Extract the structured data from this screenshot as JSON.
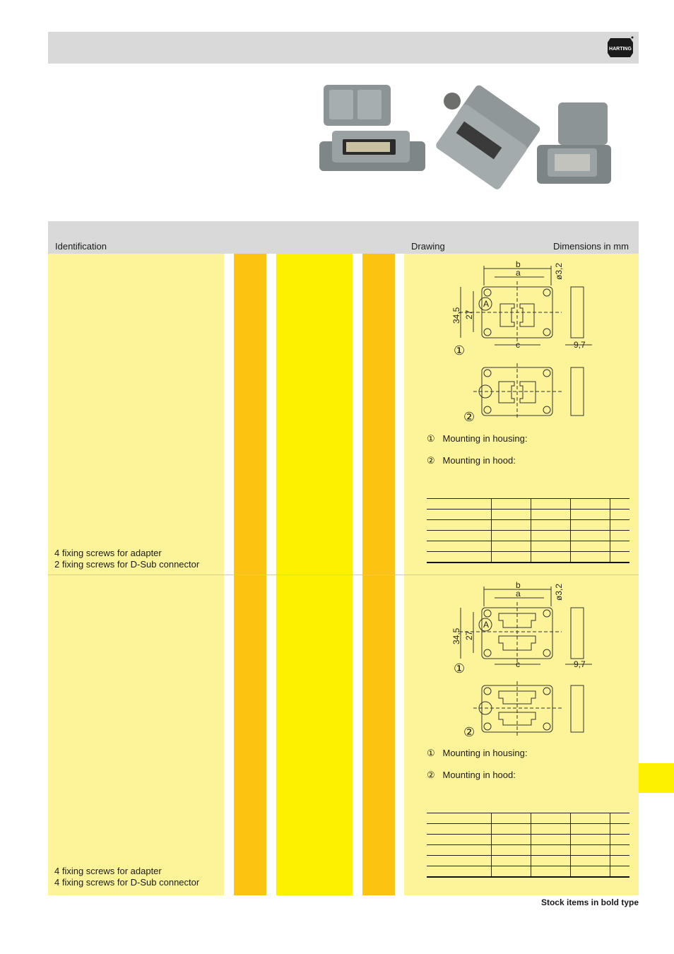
{
  "brand": {
    "logo_text": "HARTING"
  },
  "table_header": {
    "identification": "Identification",
    "drawing": "Drawing",
    "dimensions": "Dimensions in mm"
  },
  "rows": [
    {
      "accessories": [
        "4 fixing screws for adapter",
        "2 fixing screws for D-Sub connector"
      ],
      "mounting_housing": "Mounting in housing:",
      "mounting_hood": "Mounting in hood:",
      "dim_labels": {
        "b": "b",
        "a": "a",
        "c": "c",
        "d1": "34,5",
        "d2": "27",
        "d3": "ø3,2",
        "d4": "9,7",
        "ref": "A"
      }
    },
    {
      "accessories": [
        "4 fixing screws for adapter",
        "4 fixing screws for D-Sub connector"
      ],
      "mounting_housing": "Mounting in housing:",
      "mounting_hood": "Mounting in hood:",
      "dim_labels": {
        "b": "b",
        "a": "a",
        "c": "c",
        "d1": "34,5",
        "d2": "27",
        "d3": "ø3,2",
        "d4": "9,7",
        "ref": "A"
      }
    }
  ],
  "markers": {
    "one": "①",
    "two": "②"
  },
  "footer": {
    "stock_note": "Stock items in bold type"
  }
}
